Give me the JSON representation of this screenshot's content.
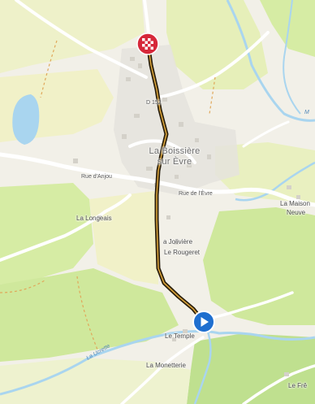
{
  "map": {
    "place_labels": {
      "town_line1": "La Boissière",
      "town_line2": "sur Èvre",
      "la_maison_neuve_1": "La Maison",
      "la_maison_neuve_2": "Neuve",
      "la_longeais": "La Longeais",
      "la_joliviere": "a Jolivière",
      "le_rougeret": "Le Rougeret",
      "le_temple": "Le Temple",
      "la_monetterie": "La Monetterie",
      "le_fre": "Le Frê"
    },
    "road_labels": {
      "d152": "D 152",
      "rue_danjou": "Rue d'Anjou",
      "rue_de_levre": "Rue de l'Èvre"
    },
    "water_labels": {
      "river_left": "La Ucrette",
      "river_right": "M"
    },
    "markers": {
      "finish": "checkered-flag-icon",
      "start": "play-arrow-icon"
    },
    "colors": {
      "background": "#f2f0e8",
      "field_green": "#d6eca4",
      "field_yellow": "#f1f1c8",
      "forest_green": "#bfe08f",
      "water": "#a9d5ef",
      "route": "#2a1f0c",
      "route_highlight": "#d8a23a",
      "finish_marker": "#d6283a",
      "start_marker": "#1f6fcf"
    }
  }
}
